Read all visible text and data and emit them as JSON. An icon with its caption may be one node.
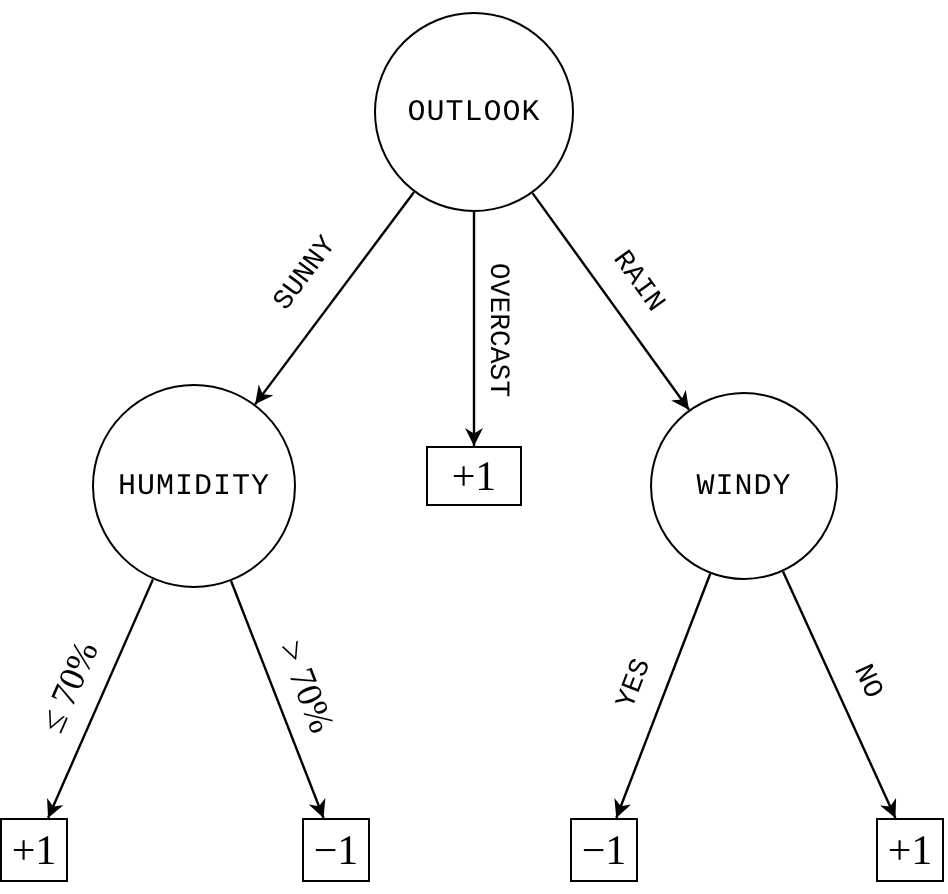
{
  "diagram": {
    "nodes": [
      {
        "text": [
          "OUTLOOK"
        ]
      },
      {
        "text": [
          "HUMIDITY"
        ]
      },
      {
        "text": [
          "+1"
        ]
      },
      {
        "text": [
          "WINDY"
        ]
      },
      {
        "text": [
          "+1"
        ]
      },
      {
        "text": [
          "−1"
        ]
      },
      {
        "text": [
          "−1"
        ]
      },
      {
        "text": [
          "+1"
        ]
      }
    ],
    "edges": [
      {
        "from": 0,
        "to": 1,
        "arrow": "to",
        "label": "SUNNY"
      },
      {
        "from": 0,
        "to": 2,
        "arrow": "to",
        "label": "OVERCAST"
      },
      {
        "from": 0,
        "to": 3,
        "arrow": "to",
        "label": "RAIN"
      },
      {
        "from": 1,
        "to": 4,
        "arrow": "to",
        "label": "≤ 70%"
      },
      {
        "from": 1,
        "to": 5,
        "arrow": "to",
        "label": "> 70%"
      },
      {
        "from": 3,
        "to": 6,
        "arrow": "to",
        "label": "YES"
      },
      {
        "from": 3,
        "to": 7,
        "arrow": "to",
        "label": "NO"
      }
    ]
  }
}
